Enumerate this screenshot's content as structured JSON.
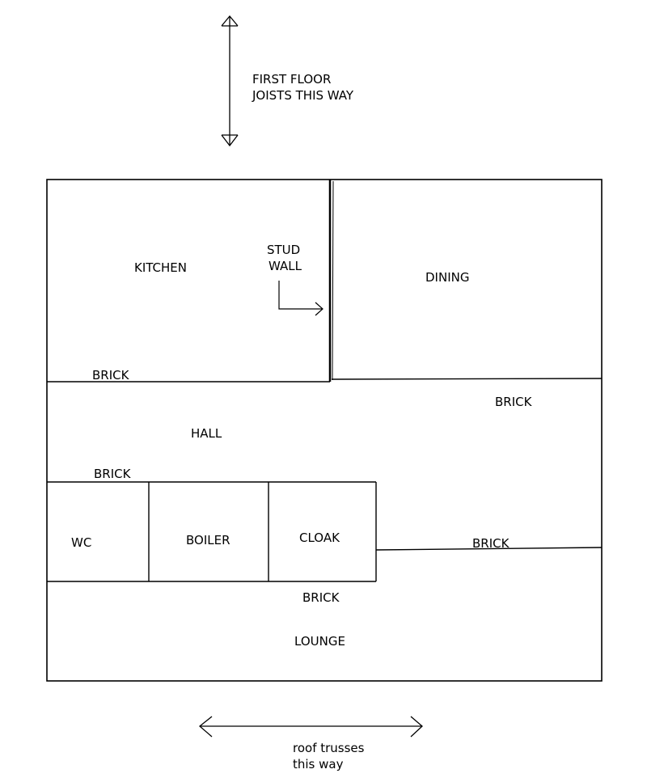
{
  "annotations": {
    "joists_line1": "FIRST FLOOR",
    "joists_line2": "JOISTS THIS WAY",
    "trusses_line1": "roof trusses",
    "trusses_line2": "this way"
  },
  "rooms": {
    "kitchen": "KITCHEN",
    "dining": "DINING",
    "hall": "HALL",
    "wc": "WC",
    "boiler": "BOILER",
    "cloak": "CLOAK",
    "lounge": "LOUNGE"
  },
  "walls": {
    "stud_line1": "STUD",
    "stud_line2": "WALL",
    "brick_kitchen": "BRICK",
    "brick_dining": "BRICK",
    "brick_hall": "BRICK",
    "brick_cloak_right": "BRICK",
    "brick_lounge": "BRICK"
  },
  "colors": {
    "ink": "#000000",
    "background": "#ffffff"
  }
}
